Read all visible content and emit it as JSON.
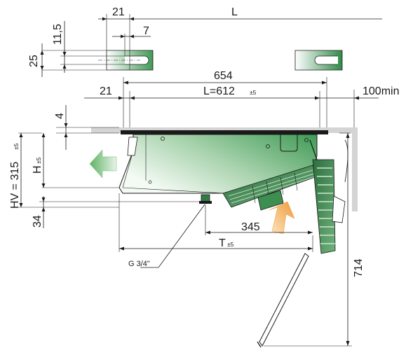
{
  "labels": {
    "top_21": "21",
    "top_L": "L",
    "top_7": "7",
    "top_11_5": "11,5",
    "top_25": "25",
    "w_654": "654",
    "w_21": "21",
    "w_L612": "L=612",
    "w_L612_tol": "±5",
    "w_100min": "100min",
    "h_4": "4",
    "hv_315": "HV = 315",
    "hv_tol": "±5",
    "h_H": "H",
    "h_H_tol": "±5",
    "h_34": "34",
    "d_345": "345",
    "d_T": "T",
    "d_T_tol": "±5",
    "d_714": "714",
    "g_thread": "G 3/4\""
  },
  "colors": {
    "body_green": "#3f9a55",
    "body_light": "#f2f8f2",
    "arrow_green": "#6dbb6e",
    "arrow_orange": "#f3a54a",
    "ceiling_gray": "#d4d4d4",
    "line": "#1a1a1a"
  },
  "icons": {
    "air_intake": "arrow-left-icon",
    "air_outlet": "arrow-up-right-icon"
  }
}
